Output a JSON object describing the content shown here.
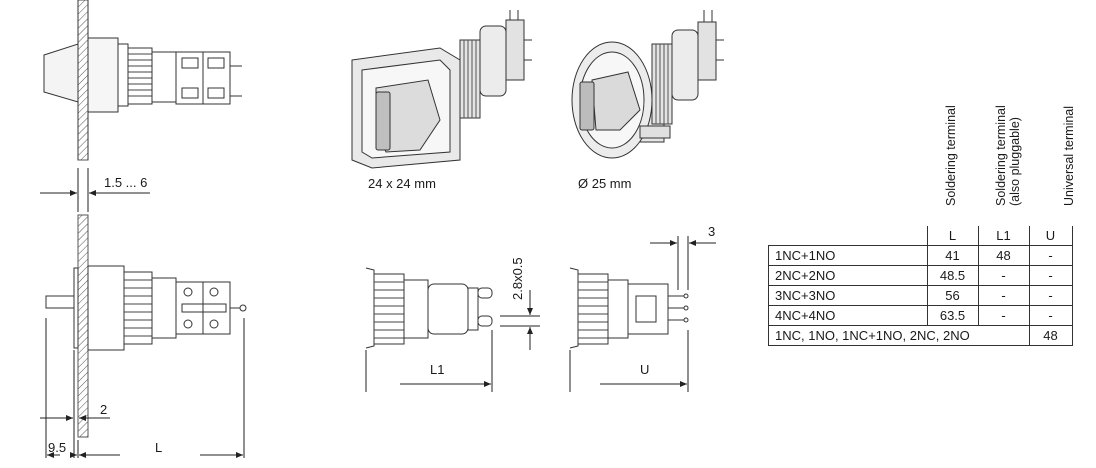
{
  "views": {
    "front_square_caption": "24 x 24 mm",
    "front_round_caption": "Ø 25 mm"
  },
  "dimensions": {
    "panel_thickness": "1.5 ... 6",
    "knob_offset": "2",
    "knob_length": "9.5",
    "body_length": "L",
    "solder_length": "L1",
    "universal_length": "U",
    "pin_pitch": "2.8x0.5",
    "terminal_offset": "3"
  },
  "table": {
    "column_titles": [
      {
        "lines": [
          "Soldering terminal"
        ]
      },
      {
        "lines": [
          "Soldering terminal",
          "(also pluggable)"
        ]
      },
      {
        "lines": [
          "Universal terminal"
        ]
      }
    ],
    "header": [
      "L",
      "L1",
      "U"
    ],
    "rows": [
      {
        "label": "1NC+1NO",
        "values": [
          "41",
          "48",
          "-"
        ]
      },
      {
        "label": "2NC+2NO",
        "values": [
          "48.5",
          "-",
          "-"
        ]
      },
      {
        "label": "3NC+3NO",
        "values": [
          "56",
          "-",
          "-"
        ]
      },
      {
        "label": "4NC+4NO",
        "values": [
          "63.5",
          "-",
          "-"
        ]
      }
    ],
    "footer": {
      "label": "1NC, 1NO, 1NC+1NO, 2NC, 2NO",
      "value": "48"
    }
  }
}
